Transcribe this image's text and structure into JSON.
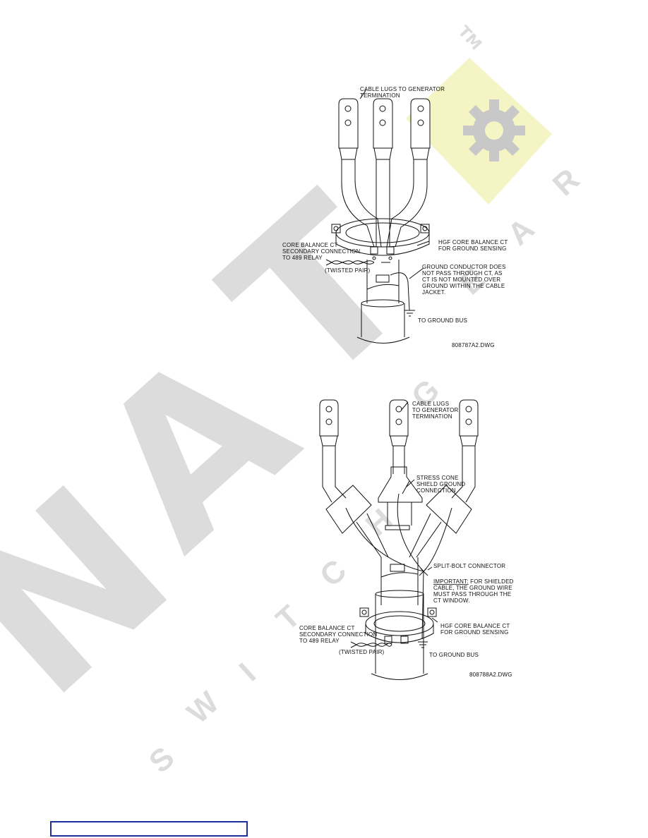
{
  "watermark": {
    "brand": "NATIONAL SWITCHGEAR",
    "big_letters": [
      "N",
      "A",
      "T"
    ],
    "small_letters": [
      "S",
      "W",
      "I",
      "T",
      "C",
      "H",
      "G",
      "E",
      "A",
      "R"
    ],
    "trademark": "TM",
    "colors": {
      "gray": "#dcdcdc",
      "yellow": "#f4f4c4",
      "gear": "#c8c8c8"
    }
  },
  "figure1": {
    "labels": {
      "lugs_1": "CABLE LUGS TO GENERATOR",
      "lugs_2": "TERMINATION",
      "hgf_1": "HGF CORE BALANCE CT",
      "hgf_2": "FOR GROUND SENSING",
      "cbct_1": "CORE BALANCE CT",
      "cbct_2": "SECONDARY CONNECTION",
      "cbct_3": "TO 489 RELAY",
      "twisted": "(TWISTED PAIR)",
      "gnd_1": "GROUND CONDUCTOR DOES",
      "gnd_2": "NOT PASS THROUGH CT, AS",
      "gnd_3": "CT IS NOT MOUNTED OVER",
      "gnd_4": "GROUND WITHIN THE CABLE",
      "gnd_5": "JACKET.",
      "bus": "TO GROUND BUS",
      "dwg": "808787A2.DWG"
    }
  },
  "figure2": {
    "labels": {
      "lugs_1": "CABLE LUGS",
      "lugs_2": "TO GENERATOR",
      "lugs_3": "TERMINATION",
      "stress_1": "STRESS CONE",
      "stress_2": "SHIELD GROUND",
      "stress_3": "CONNECTION",
      "split": "SPLIT-BOLT CONNECTOR",
      "imp_1_key": "IMPORTANT:",
      "imp_1_rest": " FOR SHIELDED",
      "imp_2": "CABLE, THE GROUND WIRE",
      "imp_3": "MUST PASS THROUGH THE",
      "imp_4": "CT WINDOW.",
      "hgf_1": "HGF CORE BALANCE CT",
      "hgf_2": "FOR GROUND SENSING",
      "cbct_1": "CORE BALANCE CT",
      "cbct_2": "SECONDARY CONNECTION",
      "cbct_3": "TO 489 RELAY",
      "twisted": "(TWISTED PAIR)",
      "bus": "TO GROUND BUS",
      "dwg": "808788A2.DWG"
    }
  },
  "footer_box": {
    "border_color": "#1e2f9c"
  }
}
